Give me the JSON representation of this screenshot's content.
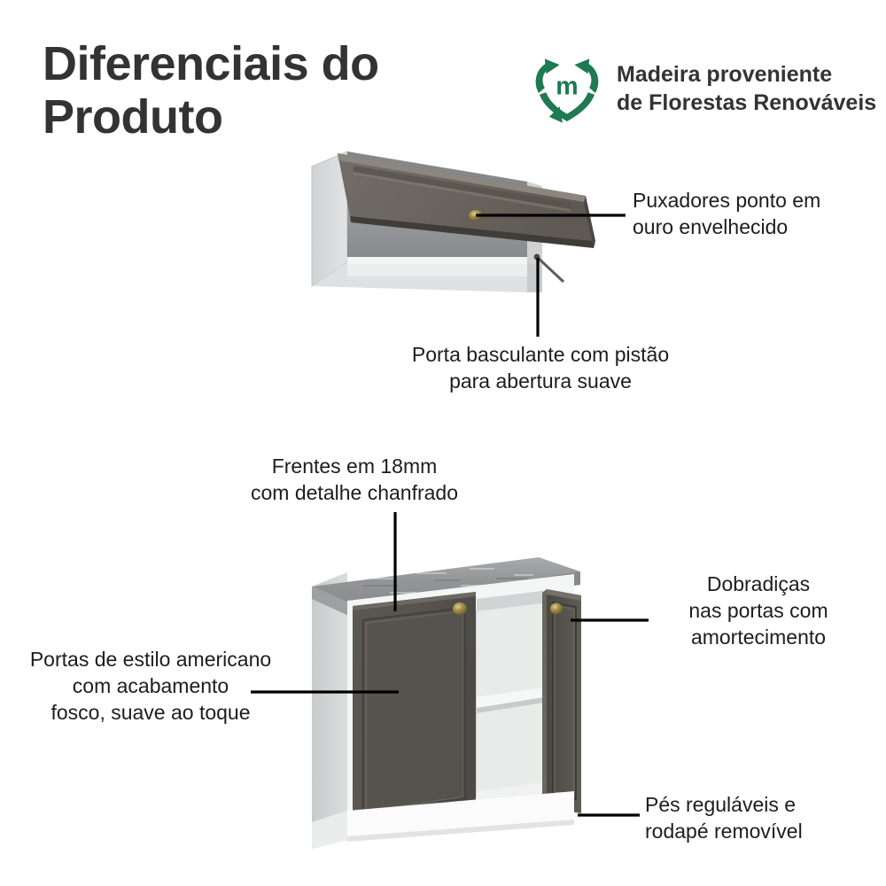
{
  "header": {
    "title": "Diferenciais do\nProduto",
    "eco_badge": {
      "icon": "recycling-heart-icon",
      "monogram": "m",
      "text": "Madeira proveniente\nde Florestas Renováveis",
      "color": "#1d7a52"
    }
  },
  "callouts": [
    {
      "id": "handles",
      "text": "Puxadores ponto em\nouro envelhecido",
      "target": "wall-cabinet-knob"
    },
    {
      "id": "lift-door",
      "text": "Porta basculante com pistão\npara abertura suave",
      "target": "wall-cabinet-piston"
    },
    {
      "id": "fronts",
      "text": "Frentes em 18mm\ncom detalhe chanfrado",
      "target": "base-cabinet-left-door-bevel"
    },
    {
      "id": "hinges",
      "text": "Dobradiças\nnas portas com\namortecimento",
      "target": "base-cabinet-right-door-hinge"
    },
    {
      "id": "american",
      "text": "Portas de estilo americano\ncom acabamento\nfosco, suave ao toque",
      "target": "base-cabinet-left-door"
    },
    {
      "id": "feet",
      "text": "Pés reguláveis e\nrodapé removível",
      "target": "base-cabinet-plinth"
    }
  ],
  "products": {
    "wall_cabinet": {
      "name": "wall-cabinet-lift-door",
      "door_color": "#6a655e",
      "carcass_color": "#d9dadb",
      "interior_color": "#8f9194",
      "knob_color": "#9a8544"
    },
    "base_cabinet": {
      "name": "base-cabinet-two-doors",
      "door_color": "#56534e",
      "carcass_color": "#d3d5d6",
      "countertop_color": "#9b9c9e",
      "interior_color": "#e6e7e8",
      "plinth_color": "#f2f2f2",
      "knob_color": "#9a8544"
    }
  },
  "colors": {
    "background": "#ffffff",
    "title": "#333333",
    "body_text": "#1d1d1d",
    "leader_line": "#000000",
    "brand_green": "#1d7a52"
  }
}
